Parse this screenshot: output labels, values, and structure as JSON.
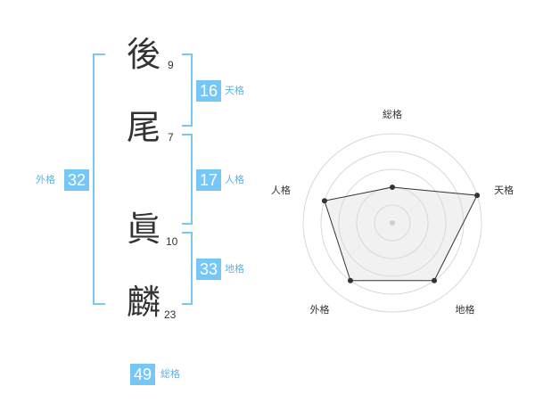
{
  "name": {
    "chars": [
      {
        "char": "後",
        "strokes": "9"
      },
      {
        "char": "尾",
        "strokes": "7"
      },
      {
        "char": "眞",
        "strokes": "10"
      },
      {
        "char": "麟",
        "strokes": "23"
      }
    ]
  },
  "fortunes": {
    "tenkaku": {
      "value": "16",
      "label": "天格"
    },
    "jinkaku": {
      "value": "17",
      "label": "人格"
    },
    "chikaku": {
      "value": "33",
      "label": "地格"
    },
    "gaikaku": {
      "value": "32",
      "label": "外格"
    },
    "soukaku": {
      "value": "49",
      "label": "総格"
    }
  },
  "accent_color": "#76c6f6",
  "chart_data": {
    "type": "radar",
    "axes": [
      "総格",
      "天格",
      "地格",
      "外格",
      "人格"
    ],
    "values": [
      2,
      5,
      4,
      4,
      4
    ],
    "max": 5
  }
}
